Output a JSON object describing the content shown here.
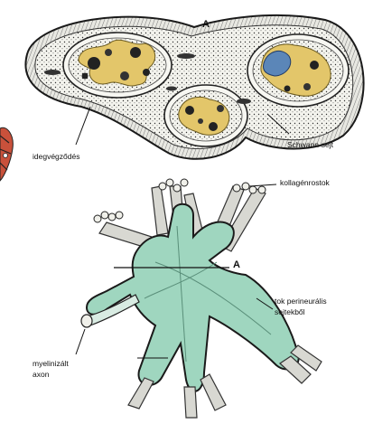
{
  "labels": {
    "cross_section_marker": "A",
    "section_line_marker": "A",
    "schwann": "Schwann-sejt",
    "nerve_ending": "idegvégződés",
    "collagen": "kollagénrostok",
    "capsule_line1": "tok perineurális",
    "capsule_line2": "sejtekből",
    "axon_line1": "myelinizált",
    "axon_line2": "axon"
  },
  "colors": {
    "capsule_fill": "#9fd6bf",
    "ending_yellow": "#e3c66a",
    "schwann_blue": "#5b86b8",
    "outline": "#1a1a1a",
    "inner_sheath": "#d9ece3"
  }
}
